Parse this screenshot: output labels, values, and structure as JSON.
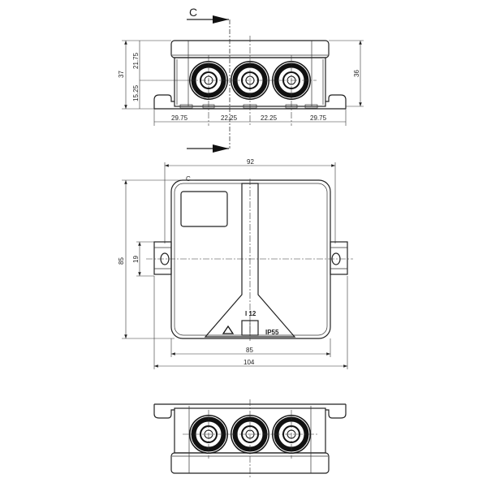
{
  "section": {
    "label": "C"
  },
  "top_view": {
    "dimensions": {
      "overall_height": "37",
      "upper_height": "21.75",
      "lower_height": "15.25",
      "right_height": "36",
      "spacing": [
        "29.75",
        "22.25",
        "22.25",
        "29.75"
      ]
    }
  },
  "plan_view": {
    "dimensions": {
      "top_width": "92",
      "height": "85",
      "tab_height": "19",
      "inner_width": "85",
      "overall_width": "104"
    },
    "label_type": "I 12",
    "label_rating": "IP55",
    "section_mark": "C"
  }
}
